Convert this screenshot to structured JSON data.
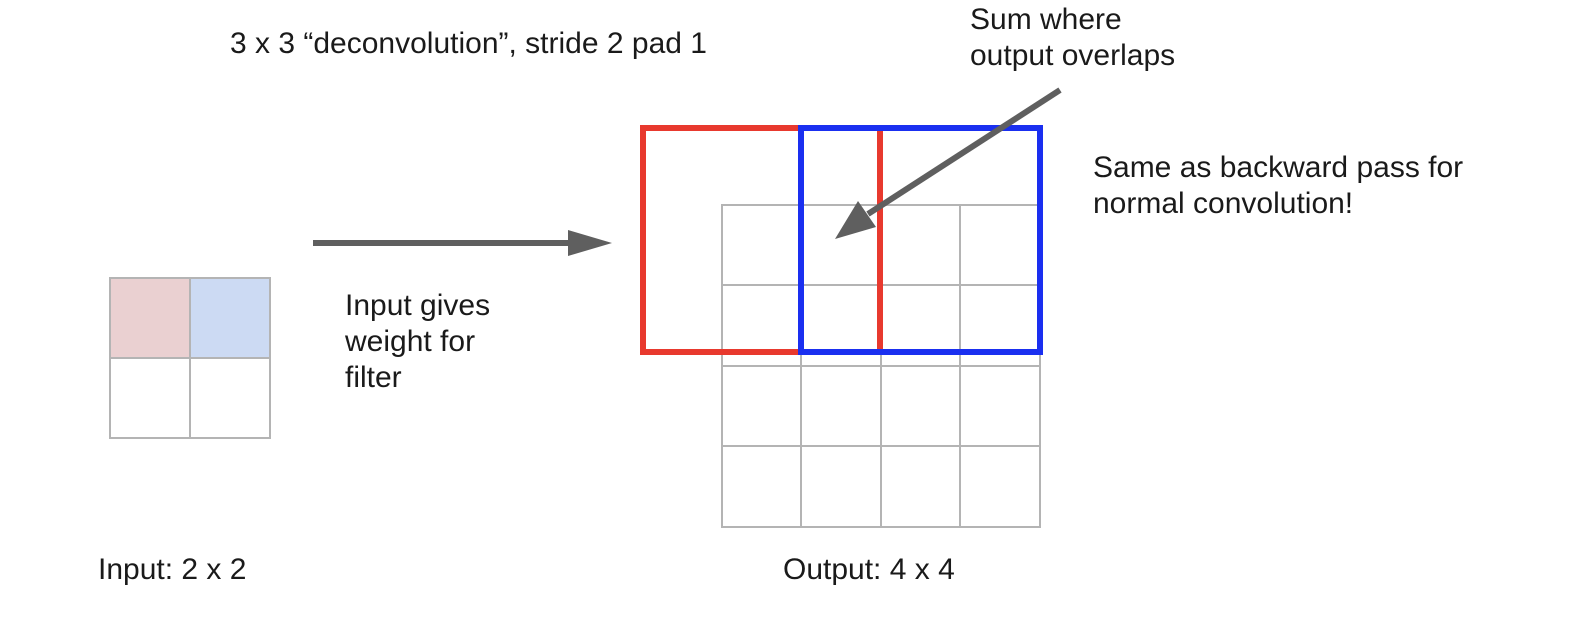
{
  "title": "3 x 3 “deconvolution”, stride 2 pad 1",
  "annotations": {
    "sum_line1": "Sum where",
    "sum_line2": "output overlaps",
    "same_line1": "Same as backward pass for",
    "same_line2": "normal convolution!",
    "input_line1": "Input gives",
    "input_line2": "weight for",
    "input_line3": "filter"
  },
  "input_label": "Input: 2 x 2",
  "output_label": "Output: 4 x 4",
  "colors": {
    "red_filter": "#e8392e",
    "blue_filter": "#1a2ff0",
    "input_cell_red": "#ead0d1",
    "input_cell_blue": "#ccdaf3",
    "grid_line": "#b4b4b4",
    "arrow": "#5f5f5f"
  }
}
